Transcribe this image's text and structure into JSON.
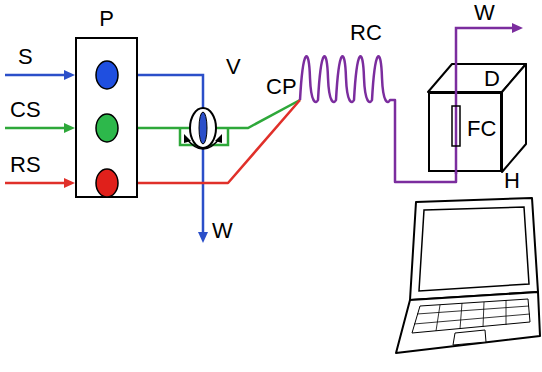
{
  "diagram": {
    "nodes": [
      {
        "text": [
          "P"
        ]
      },
      {
        "text": [
          "D",
          "FC"
        ]
      }
    ],
    "edges": [
      {
        "from": 0,
        "to": 1,
        "arrow": "none"
      }
    ],
    "labels": [
      "S",
      "CS",
      "RS",
      "V",
      "CP",
      "W",
      "RC",
      "W",
      "H"
    ]
  }
}
